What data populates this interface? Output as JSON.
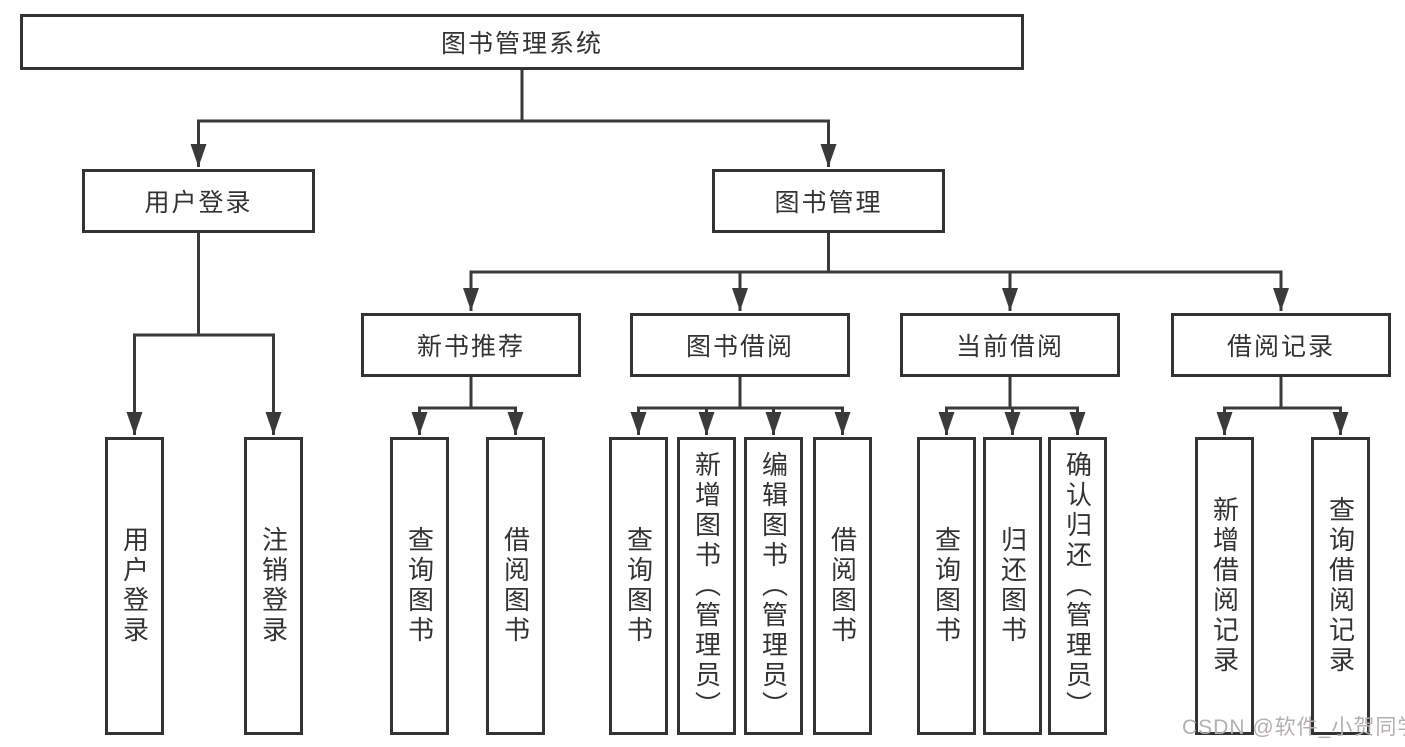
{
  "tree": {
    "root": {
      "label": "图书管理系统"
    },
    "branches": [
      {
        "label": "用户登录",
        "children": [
          {
            "label": "用户登录"
          },
          {
            "label": "注销登录"
          }
        ]
      },
      {
        "label": "图书管理",
        "groups": [
          {
            "label": "新书推荐",
            "children": [
              {
                "label": "查询图书"
              },
              {
                "label": "借阅图书"
              }
            ]
          },
          {
            "label": "图书借阅",
            "children": [
              {
                "label": "查询图书"
              },
              {
                "label": "新增图书（管理员）"
              },
              {
                "label": "编辑图书（管理员）"
              },
              {
                "label": "借阅图书"
              }
            ]
          },
          {
            "label": "当前借阅",
            "children": [
              {
                "label": "查询图书"
              },
              {
                "label": "归还图书"
              },
              {
                "label": "确认归还（管理员）"
              }
            ]
          },
          {
            "label": "借阅记录",
            "children": [
              {
                "label": "新增借阅记录"
              },
              {
                "label": "查询借阅记录"
              }
            ]
          }
        ]
      }
    ]
  },
  "watermark": {
    "text": "CSDN @软件_小贺同学",
    "color": "#b5b0b0"
  },
  "colors": {
    "line": "#3a3a3a",
    "box_border": "#333333",
    "text": "#333333",
    "background": "#ffffff"
  }
}
